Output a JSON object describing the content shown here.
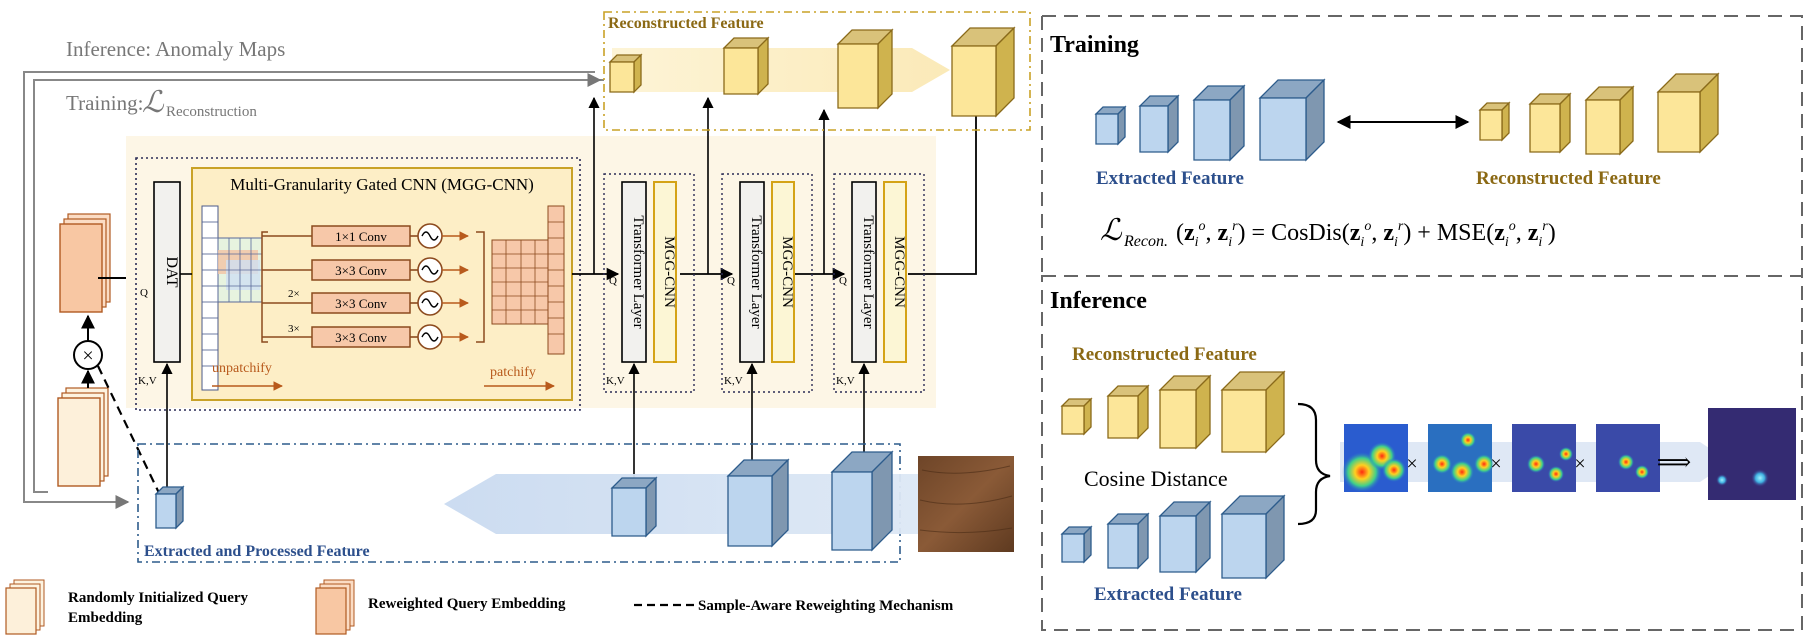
{
  "colors": {
    "blue_face": "#bcd5ee",
    "blue_top": "#8ca7c3",
    "blue_side": "#7f97b0",
    "blue_edge": "#2d5c8c",
    "yellow_face": "#fce699",
    "yellow_top": "#d9c27a",
    "yellow_side": "#cfb34e",
    "yellow_edge": "#8a6a1a",
    "orange_box": "#f7c8a9",
    "orange_edge": "#8c4a1e",
    "brown_text": "#8b6914",
    "blue_text": "#2c4f8c",
    "gray_frame": "#666666"
  },
  "labels": {
    "inference_anomaly": "Inference: Anomaly Maps",
    "training_prefix": "Training:",
    "reconstruction_sub": "Reconstruction",
    "reconstructed_feature_top": "Reconstructed Feature",
    "mgg_title": "Multi-Granularity Gated CNN (MGG-CNN)",
    "dat": "DAT",
    "q_label": "Q",
    "kv_label": "K,V",
    "conv1": "1×1 Conv",
    "conv3a": "3×3 Conv",
    "conv3b": "3×3 Conv",
    "conv3c": "3×3 Conv",
    "dil2": "2×",
    "dil3": "3×",
    "unpatchify": "unpatchify",
    "patchify": "patchify",
    "transformer_layer": "Transformer Layer",
    "mgg_cnn": "MGG-CNN",
    "extracted_processed": "Extracted and Processed Feature",
    "legend_random": "Randomly Initialized Query Embedding",
    "legend_reweighted": "Reweighted Query Embedding",
    "legend_mechanism": "Sample-Aware Reweighting Mechanism",
    "multiply_symbol": "×"
  },
  "training_panel": {
    "title": "Training",
    "extracted": "Extracted  Feature",
    "reconstructed": "Reconstructed  Feature",
    "formula_lhs": "Recon.",
    "formula_rhs": "= CosDis(z",
    "formula_mid": ") + MSE(z",
    "formula_end": ")"
  },
  "inference_panel": {
    "title": "Inference",
    "reconstructed": "Reconstructed  Feature",
    "cosine": "Cosine Distance",
    "extracted": "Extracted  Feature",
    "times": "×",
    "implies": "⟹"
  }
}
